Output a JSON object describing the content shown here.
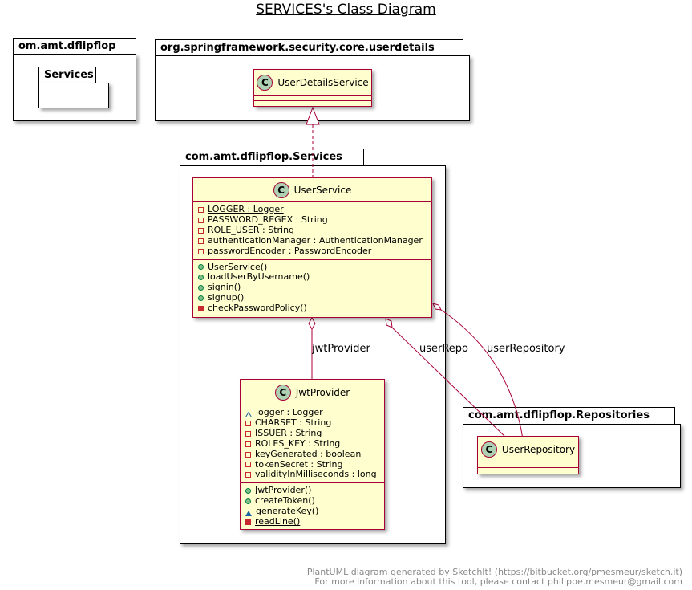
{
  "title": "SERVICES's Class Diagram",
  "packages": {
    "root": {
      "name": "om.amt.dflipflop",
      "child": "Services"
    },
    "userdetails": {
      "name": "org.springframework.security.core.userdetails"
    },
    "services": {
      "name": "com.amt.dflipflop.Services"
    },
    "repositories": {
      "name": "com.amt.dflipflop.Repositories"
    }
  },
  "class_badge": "C",
  "classes": {
    "userDetailsService": {
      "name": "UserDetailsService"
    },
    "userService": {
      "name": "UserService",
      "fields": [
        {
          "vis": "private",
          "static": true,
          "text": "LOGGER : Logger"
        },
        {
          "vis": "private",
          "static": false,
          "text": "PASSWORD_REGEX : String"
        },
        {
          "vis": "private",
          "static": false,
          "text": "ROLE_USER : String"
        },
        {
          "vis": "private",
          "static": false,
          "text": "authenticationManager : AuthenticationManager"
        },
        {
          "vis": "private",
          "static": false,
          "text": "passwordEncoder : PasswordEncoder"
        }
      ],
      "methods": [
        {
          "vis": "public",
          "static": false,
          "text": "UserService()"
        },
        {
          "vis": "public",
          "static": false,
          "text": "loadUserByUsername()"
        },
        {
          "vis": "public",
          "static": false,
          "text": "signin()"
        },
        {
          "vis": "public",
          "static": false,
          "text": "signup()"
        },
        {
          "vis": "private",
          "static": false,
          "text": "checkPasswordPolicy()"
        }
      ]
    },
    "jwtProvider": {
      "name": "JwtProvider",
      "fields": [
        {
          "vis": "package",
          "static": false,
          "text": "logger : Logger"
        },
        {
          "vis": "private",
          "static": false,
          "text": "CHARSET : String"
        },
        {
          "vis": "private",
          "static": false,
          "text": "ISSUER : String"
        },
        {
          "vis": "private",
          "static": false,
          "text": "ROLES_KEY : String"
        },
        {
          "vis": "private",
          "static": false,
          "text": "keyGenerated : boolean"
        },
        {
          "vis": "private",
          "static": false,
          "text": "tokenSecret : String"
        },
        {
          "vis": "private",
          "static": false,
          "text": "validityInMilliseconds : long"
        }
      ],
      "methods": [
        {
          "vis": "public",
          "static": false,
          "text": "JwtProvider()"
        },
        {
          "vis": "public",
          "static": false,
          "text": "createToken()"
        },
        {
          "vis": "package",
          "static": false,
          "text": "generateKey()"
        },
        {
          "vis": "private",
          "static": true,
          "text": "readLine()"
        }
      ]
    },
    "userRepository": {
      "name": "UserRepository"
    }
  },
  "relations": {
    "jwtProvider": "jwtProvider",
    "userRepo": "userRepo",
    "userRepository": "userRepository"
  },
  "colors": {
    "class_fill": "#fefece",
    "class_border": "#a80036",
    "badge": "#add1b2"
  },
  "footer": {
    "line1": "PlantUML diagram generated by SketchIt! (https://bitbucket.org/pmesmeur/sketch.it)",
    "line2": "For more information about this tool, please contact philippe.mesmeur@gmail.com"
  }
}
